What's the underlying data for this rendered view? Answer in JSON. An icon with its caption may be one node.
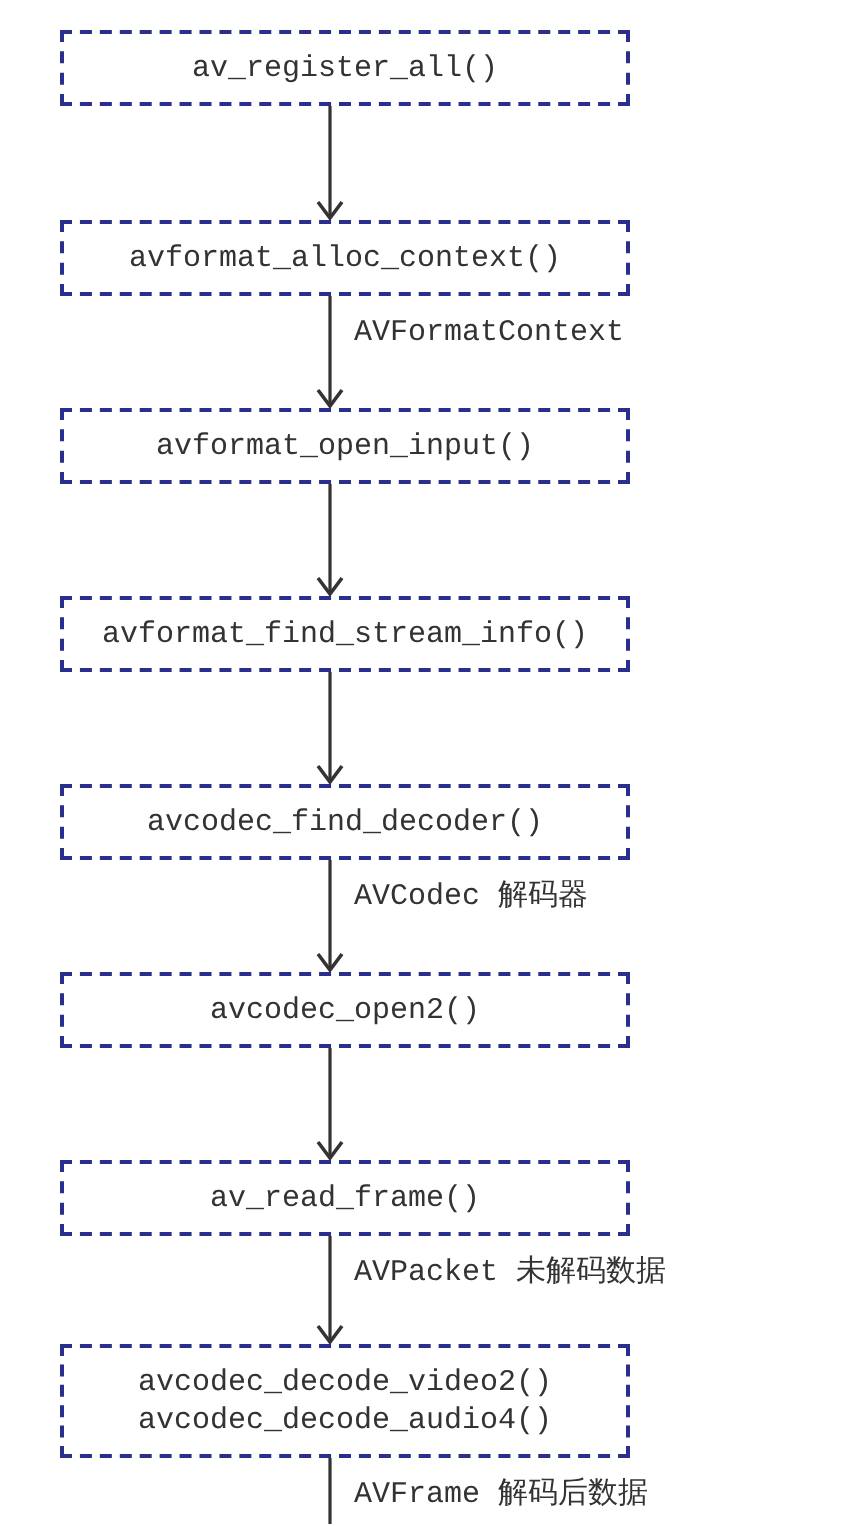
{
  "diagram": {
    "nodes": [
      {
        "text": [
          "av_register_all()"
        ]
      },
      {
        "text": [
          "avformat_alloc_context()"
        ]
      },
      {
        "text": [
          "avformat_open_input()"
        ]
      },
      {
        "text": [
          "avformat_find_stream_info()"
        ]
      },
      {
        "text": [
          "avcodec_find_decoder()"
        ]
      },
      {
        "text": [
          "avcodec_open2()"
        ]
      },
      {
        "text": [
          "av_read_frame()"
        ]
      },
      {
        "text": [
          "avcodec_decode_video2()",
          "avcodec_decode_audio4()"
        ]
      }
    ],
    "edges": [
      {
        "from": 0,
        "to": 1,
        "arrow": "to"
      },
      {
        "from": 1,
        "to": 2,
        "arrow": "to",
        "label": "AVFormatContext"
      },
      {
        "from": 2,
        "to": 3,
        "arrow": "to"
      },
      {
        "from": 3,
        "to": 4,
        "arrow": "to"
      },
      {
        "from": 4,
        "to": 5,
        "arrow": "to",
        "label": "AVCodec 解码器"
      },
      {
        "from": 5,
        "to": 6,
        "arrow": "to"
      },
      {
        "from": 6,
        "to": 7,
        "arrow": "to",
        "label": "AVPacket 未解码数据"
      },
      {
        "from": 7,
        "to": null,
        "arrow": "none",
        "label": "AVFrame 解码后数据"
      }
    ]
  }
}
